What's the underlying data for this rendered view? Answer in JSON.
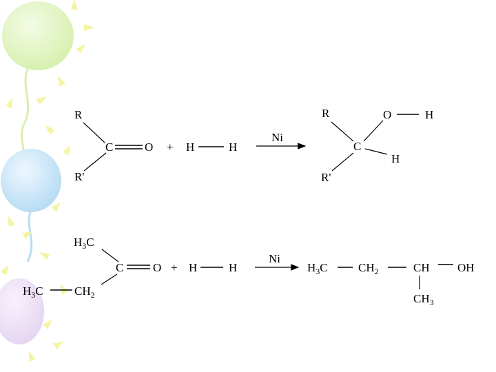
{
  "background": {
    "balloon_colors": {
      "green": "#d8f0b0",
      "blue": "#b8dcf4",
      "pink": "#e6d6f2",
      "sparkle": "#f4f4a4"
    }
  },
  "reaction1": {
    "reactant_r_top": "R",
    "reactant_r_bottom": "R'",
    "carbonyl_carbon": "C",
    "carbonyl_oxygen": "O",
    "plus": "+",
    "h_left": "H",
    "h_right": "H",
    "catalyst": "Ni",
    "product_r_top": "R",
    "product_r_bottom": "R'",
    "product_carbon": "C",
    "product_oxygen": "O",
    "product_oh_hydrogen": "H",
    "product_c_hydrogen": "H"
  },
  "reaction2": {
    "methyl_top": "H",
    "methyl_top_count": "3",
    "methyl_top_c": "C",
    "methyl_left": "H",
    "methyl_left_count": "3",
    "methyl_left_c": "C",
    "methylene_c": "CH",
    "methylene_count": "2",
    "carbonyl_carbon": "C",
    "carbonyl_oxygen": "O",
    "plus": "+",
    "h_left": "H",
    "h_right": "H",
    "catalyst": "Ni",
    "prod_methyl": "H",
    "prod_methyl_count": "3",
    "prod_methyl_c": "C",
    "prod_methylene": "CH",
    "prod_methylene_count": "2",
    "prod_ch": "CH",
    "prod_oh": "OH",
    "prod_branch": "CH",
    "prod_branch_count": "3"
  }
}
